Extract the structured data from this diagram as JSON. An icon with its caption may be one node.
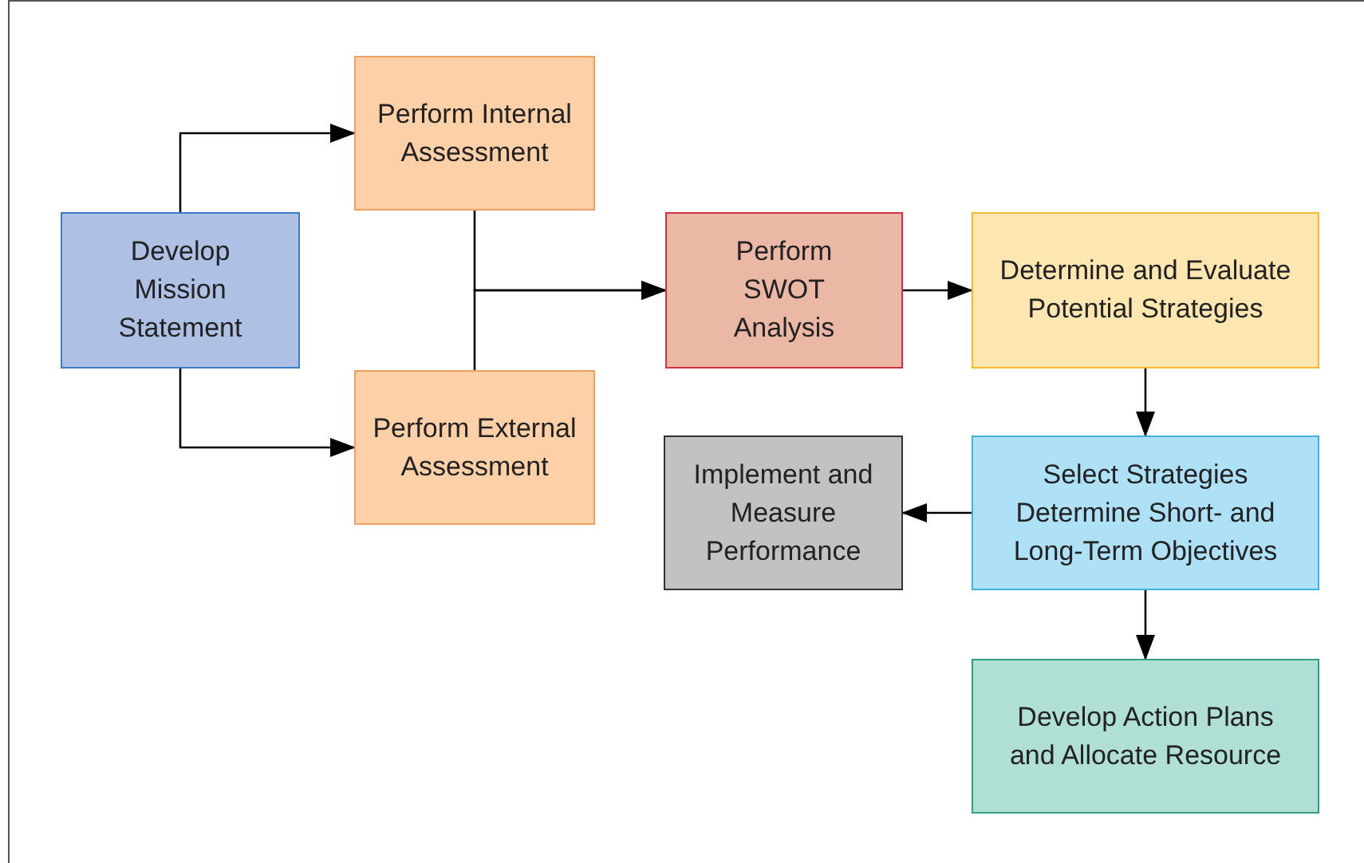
{
  "diagram": {
    "nodes": [
      {
        "text": [
          "Develop Mission Statement"
        ]
      },
      {
        "text": [
          "Perform Internal Assessment"
        ]
      },
      {
        "text": [
          "Perform External Assessment"
        ]
      },
      {
        "text": [
          "Perform SWOT Analysis"
        ]
      },
      {
        "text": [
          "Determine and Evaluate Potential Strategies"
        ]
      },
      {
        "text": [
          "Implement and Measure Performance"
        ]
      },
      {
        "text": [
          "Select Strategies Determine Short- and Long-Term Objectives"
        ]
      },
      {
        "text": [
          "Develop Action Plans and Allocate Resource"
        ]
      }
    ],
    "edges": [
      {
        "from": 0,
        "to": 1,
        "arrow": "to"
      },
      {
        "from": 0,
        "to": 2,
        "arrow": "to"
      },
      {
        "from": 1,
        "to": 3,
        "arrow": "to"
      },
      {
        "from": 2,
        "to": 3,
        "arrow": "to"
      },
      {
        "from": 3,
        "to": 4,
        "arrow": "to"
      },
      {
        "from": 4,
        "to": 6,
        "arrow": "to"
      },
      {
        "from": 6,
        "to": 5,
        "arrow": "to"
      },
      {
        "from": 6,
        "to": 7,
        "arrow": "to"
      }
    ]
  }
}
